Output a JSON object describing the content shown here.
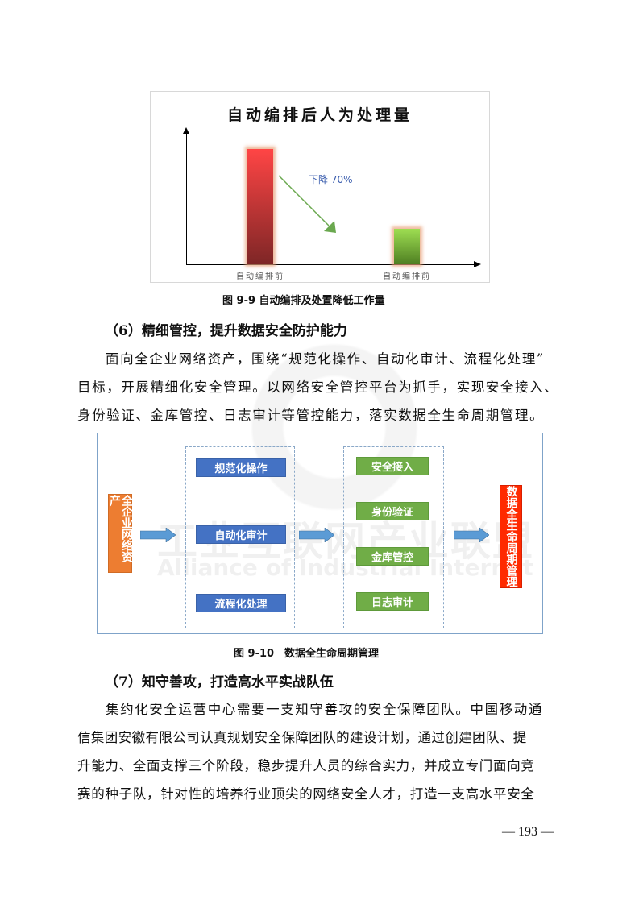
{
  "watermark": {
    "cn": "工业互联网产业联盟",
    "en": "Alliance of Industrial Internet"
  },
  "chart_data": {
    "type": "bar",
    "title": "自动编排后人为处理量",
    "categories": [
      "自动编排前",
      "自动编排前"
    ],
    "values": [
      100,
      30
    ],
    "colors": [
      "#e83c3c",
      "#7cc043"
    ],
    "annotation": "下降 70%",
    "xlabel": "",
    "ylabel": "",
    "ylim": [
      0,
      115
    ],
    "grid": false,
    "legend": "none"
  },
  "figure_9_9": {
    "caption": "图 9-9 自动编排及处置降低工作量"
  },
  "section_6": {
    "heading": "（6）精细管控，提升数据安全防护能力",
    "lines": [
      "面向全企业网络资产，围绕“规范化操作、自动化审计、流程化处理”",
      "目标，开展精细化安全管理。以网络安全管控平台为抓手，实现安全接入、",
      "身份验证、金库管控、日志审计等管控能力，落实数据全生命周期管理。"
    ]
  },
  "diagram": {
    "source": "全企业网络资产",
    "middle": [
      "规范化操作",
      "自动化审计",
      "流程化处理"
    ],
    "controls": [
      "安全接入",
      "身份验证",
      "金库管控",
      "日志审计"
    ],
    "target": "数据全生命周期管理",
    "colors": {
      "source": "#ed7d31",
      "middle": "#4472c4",
      "controls": "#70ad47",
      "target": "#ff2a00",
      "arrow": "#5b9bd5"
    }
  },
  "figure_9_10": {
    "caption": "图 9-10　数据全生命周期管理"
  },
  "section_7": {
    "heading": "（7）知守善攻，打造高水平实战队伍",
    "lines": [
      "集约化安全运营中心需要一支知守善攻的安全保障团队。中国移动通",
      "信集团安徽有限公司认真规划安全保障团队的建设计划，通过创建团队、提",
      "升能力、全面支撑三个阶段，稳步提升人员的综合实力，并成立专门面向竞",
      "赛的种子队，针对性的培养行业顶尖的网络安全人才，打造一支高水平安全"
    ]
  },
  "footer": {
    "page_number": "— 193 —"
  }
}
